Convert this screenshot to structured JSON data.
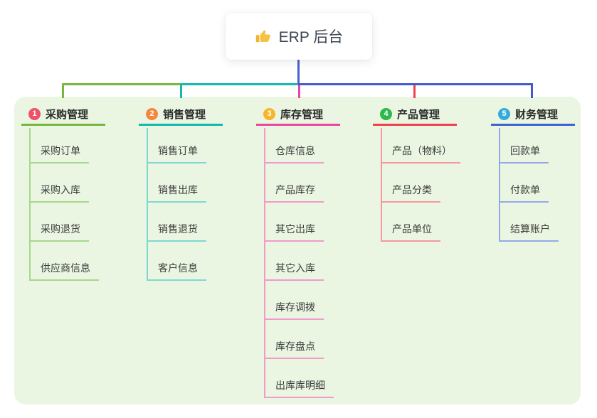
{
  "root": {
    "label": "ERP 后台",
    "icon": "thumbs-up-icon",
    "icon_color": "#f2b233"
  },
  "panel": {
    "background": "#eaf6e2"
  },
  "connectors": {
    "stem": "#4a5fd2",
    "segment_1": "#76b83e",
    "segment_2": "#16b7ad",
    "segment_3": "#4459cf",
    "drop_1": "#76b83e",
    "drop_2": "#16b7ad",
    "drop_3": "#ea489e",
    "drop_4": "#f0434e",
    "drop_5": "#4459cf"
  },
  "branches": [
    {
      "number": "1",
      "label": "采购管理",
      "badge_color": "#f0506a",
      "line_color": "#76b83e",
      "child_line_color": "#a7d88b",
      "children": [
        "采购订单",
        "采购入库",
        "采购退货",
        "供应商信息"
      ]
    },
    {
      "number": "2",
      "label": "销售管理",
      "badge_color": "#f5873d",
      "line_color": "#16b7ad",
      "child_line_color": "#7ed8d1",
      "children": [
        "销售订单",
        "销售出库",
        "销售退货",
        "客户信息"
      ]
    },
    {
      "number": "3",
      "label": "库存管理",
      "badge_color": "#f7b52c",
      "line_color": "#ea489e",
      "child_line_color": "#f29aca",
      "children": [
        "仓库信息",
        "产品库存",
        "其它出库",
        "其它入库",
        "库存调拨",
        "库存盘点",
        "出库库明细"
      ]
    },
    {
      "number": "4",
      "label": "产品管理",
      "badge_color": "#2eb84e",
      "line_color": "#f0434e",
      "child_line_color": "#f6989e",
      "children": [
        "产品（物料）",
        "产品分类",
        "产品单位"
      ]
    },
    {
      "number": "5",
      "label": "财务管理",
      "badge_color": "#35aadc",
      "line_color": "#3f63cf",
      "child_line_color": "#92aae8",
      "children": [
        "回款单",
        "付款单",
        "结算账户"
      ]
    }
  ]
}
